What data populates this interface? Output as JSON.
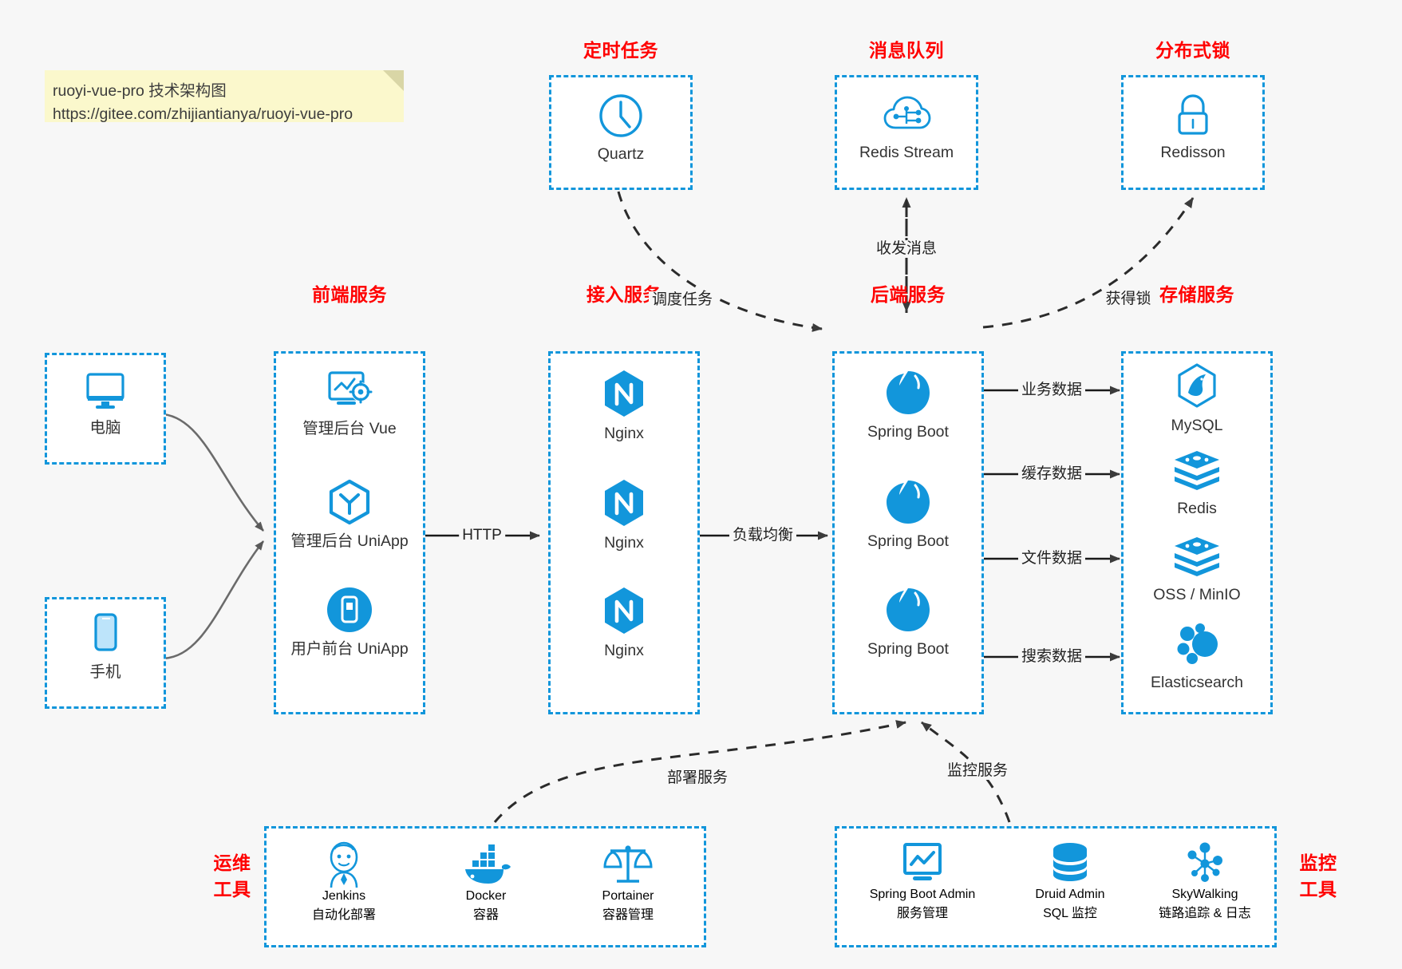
{
  "note": {
    "line1": "ruoyi-vue-pro 技术架构图",
    "line2": "https://gitee.com/zhijiantianya/ruoyi-vue-pro",
    "bg_color": "#fbf8cc"
  },
  "colors": {
    "accent": "#1296db",
    "group_title": "#ff0000",
    "text": "#333333",
    "background": "#f7f7f7",
    "box_fill": "#ffffff",
    "connector": "#555555"
  },
  "groups": {
    "scheduler": {
      "title": "定时任务",
      "items": [
        {
          "label": "Quartz",
          "icon": "clock-icon"
        }
      ]
    },
    "mq": {
      "title": "消息队列",
      "items": [
        {
          "label": "Redis Stream",
          "icon": "cloud-network-icon"
        }
      ]
    },
    "lock": {
      "title": "分布式锁",
      "items": [
        {
          "label": "Redisson",
          "icon": "padlock-icon"
        }
      ]
    },
    "clients": {
      "items": [
        {
          "label": "电脑",
          "icon": "desktop-monitor-icon"
        },
        {
          "label": "手机",
          "icon": "mobile-phone-icon"
        }
      ]
    },
    "frontend": {
      "title": "前端服务",
      "items": [
        {
          "label": "管理后台 Vue",
          "icon": "dashboard-gear-icon"
        },
        {
          "label": "管理后台 UniApp",
          "icon": "uniapp-cube-icon"
        },
        {
          "label": "用户前台 UniApp",
          "icon": "mobile-app-icon"
        }
      ]
    },
    "gateway": {
      "title": "接入服务",
      "items": [
        {
          "label": "Nginx",
          "icon": "nginx-icon"
        },
        {
          "label": "Nginx",
          "icon": "nginx-icon"
        },
        {
          "label": "Nginx",
          "icon": "nginx-icon"
        }
      ]
    },
    "backend": {
      "title": "后端服务",
      "items": [
        {
          "label": "Spring Boot",
          "icon": "spring-boot-icon"
        },
        {
          "label": "Spring Boot",
          "icon": "spring-boot-icon"
        },
        {
          "label": "Spring Boot",
          "icon": "spring-boot-icon"
        }
      ]
    },
    "storage": {
      "title": "存储服务",
      "items": [
        {
          "label": "MySQL",
          "icon": "mysql-dolphin-icon"
        },
        {
          "label": "Redis",
          "icon": "redis-stack-icon"
        },
        {
          "label": "OSS / MinIO",
          "icon": "minio-stack-icon"
        },
        {
          "label": "Elasticsearch",
          "icon": "elasticsearch-cluster-icon"
        }
      ]
    },
    "devops": {
      "title_line1": "运维",
      "title_line2": "工具",
      "items": [
        {
          "label": "Jenkins",
          "sublabel": "自动化部署",
          "icon": "jenkins-butler-icon"
        },
        {
          "label": "Docker",
          "sublabel": "容器",
          "icon": "docker-whale-icon"
        },
        {
          "label": "Portainer",
          "sublabel": "容器管理",
          "icon": "portainer-scales-icon"
        }
      ]
    },
    "monitor": {
      "title_line1": "监控",
      "title_line2": "工具",
      "items": [
        {
          "label": "Spring Boot Admin",
          "sublabel": "服务管理",
          "icon": "monitor-chart-icon"
        },
        {
          "label": "Druid Admin",
          "sublabel": "SQL 监控",
          "icon": "database-cylinder-icon"
        },
        {
          "label": "SkyWalking",
          "sublabel": "链路追踪 & 日志",
          "icon": "skywalking-nodes-icon"
        }
      ]
    }
  },
  "edges": {
    "http": "HTTP",
    "load_balance": "负载均衡",
    "schedule_task": "调度任务",
    "send_receive_message": "收发消息",
    "acquire_lock": "获得锁",
    "business_data": "业务数据",
    "cache_data": "缓存数据",
    "file_data": "文件数据",
    "search_data": "搜索数据",
    "deploy_service": "部署服务",
    "monitor_service": "监控服务"
  }
}
